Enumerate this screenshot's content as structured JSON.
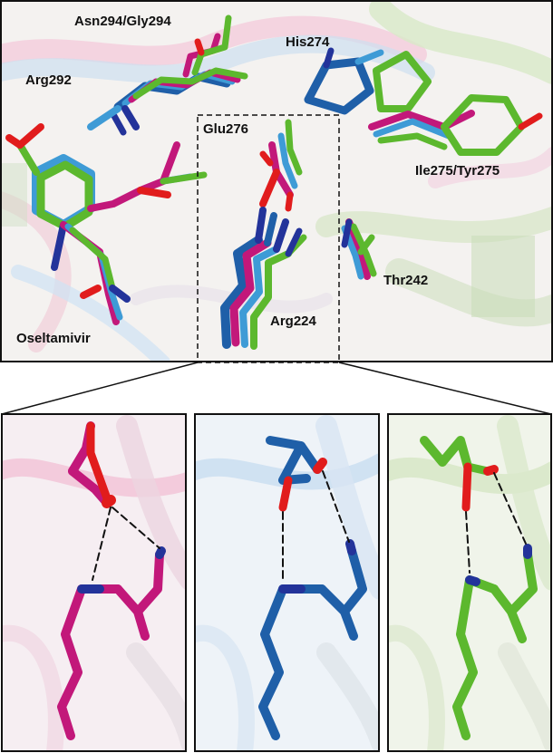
{
  "labels": {
    "asn_gly": "Asn294/Gly294",
    "his": "His274",
    "arg292": "Arg292",
    "glu": "Glu276",
    "ile_tyr": "Ile275/Tyr275",
    "thr": "Thr242",
    "arg224": "Arg224",
    "oselt": "Oseltamivir"
  },
  "colors": {
    "magenta": "#c2187a",
    "blue": "#1f5fa8",
    "lightblue": "#3e9bd6",
    "green": "#5cb82e",
    "oxygen": "#e11c1c",
    "nitrogen": "#23339a"
  }
}
